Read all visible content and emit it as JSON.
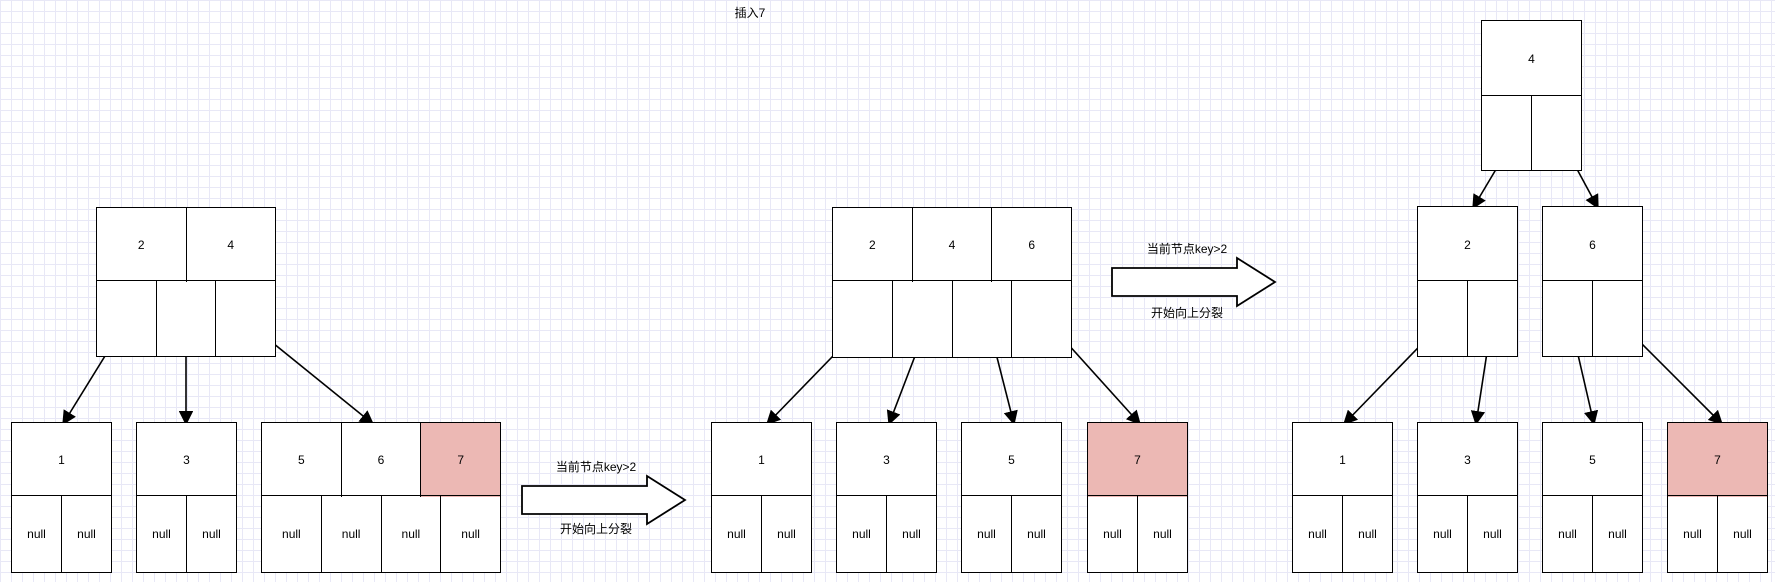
{
  "title": "插入7",
  "transition_label_top": "当前节点key>2",
  "transition_label_bottom": "开始向上分裂",
  "highlight_color": "#ecb8b4",
  "stages": [
    {
      "nodes": [
        {
          "id": "s1-root",
          "keys": [
            "2",
            "4"
          ],
          "ptrs": [
            "",
            "",
            ""
          ]
        },
        {
          "id": "s1-leaf1",
          "keys": [
            "1"
          ],
          "ptrs": [
            "null",
            "null"
          ]
        },
        {
          "id": "s1-leaf3",
          "keys": [
            "3"
          ],
          "ptrs": [
            "null",
            "null"
          ]
        },
        {
          "id": "s1-leaf567",
          "keys": [
            "5",
            "6",
            "7"
          ],
          "highlight": [
            2
          ],
          "ptrs": [
            "null",
            "null",
            "null",
            "null"
          ]
        }
      ]
    },
    {
      "nodes": [
        {
          "id": "s2-root",
          "keys": [
            "2",
            "4",
            "6"
          ],
          "ptrs": [
            "",
            "",
            "",
            ""
          ]
        },
        {
          "id": "s2-leaf1",
          "keys": [
            "1"
          ],
          "ptrs": [
            "null",
            "null"
          ]
        },
        {
          "id": "s2-leaf3",
          "keys": [
            "3"
          ],
          "ptrs": [
            "null",
            "null"
          ]
        },
        {
          "id": "s2-leaf5",
          "keys": [
            "5"
          ],
          "ptrs": [
            "null",
            "null"
          ]
        },
        {
          "id": "s2-leaf7",
          "keys": [
            "7"
          ],
          "highlight": [
            0
          ],
          "ptrs": [
            "null",
            "null"
          ]
        }
      ]
    },
    {
      "nodes": [
        {
          "id": "s3-root",
          "keys": [
            "4"
          ],
          "ptrs": [
            "",
            ""
          ]
        },
        {
          "id": "s3-mid2",
          "keys": [
            "2"
          ],
          "ptrs": [
            "",
            ""
          ]
        },
        {
          "id": "s3-mid6",
          "keys": [
            "6"
          ],
          "ptrs": [
            "",
            ""
          ]
        },
        {
          "id": "s3-leaf1",
          "keys": [
            "1"
          ],
          "ptrs": [
            "null",
            "null"
          ]
        },
        {
          "id": "s3-leaf3",
          "keys": [
            "3"
          ],
          "ptrs": [
            "null",
            "null"
          ]
        },
        {
          "id": "s3-leaf5",
          "keys": [
            "5"
          ],
          "ptrs": [
            "null",
            "null"
          ]
        },
        {
          "id": "s3-leaf7",
          "keys": [
            "7"
          ],
          "highlight": [
            0
          ],
          "ptrs": [
            "null",
            "null"
          ]
        }
      ]
    }
  ]
}
